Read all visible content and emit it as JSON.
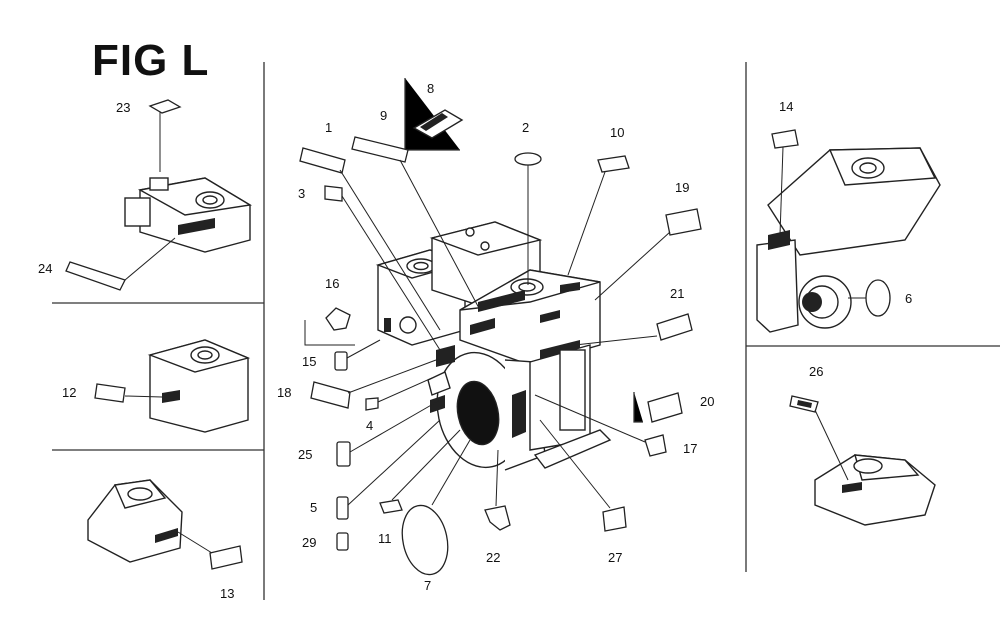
{
  "title": "FIG L",
  "callouts": {
    "c1": "1",
    "c2": "2",
    "c3": "3",
    "c4": "4",
    "c5": "5",
    "c6": "6",
    "c7": "7",
    "c8": "8",
    "c9": "9",
    "c10": "10",
    "c11": "11",
    "c12": "12",
    "c13": "13",
    "c14": "14",
    "c15": "15",
    "c16": "16",
    "c17": "17",
    "c18": "18",
    "c19": "19",
    "c20": "20",
    "c21": "21",
    "c22": "22",
    "c23": "23",
    "c24": "24",
    "c25": "25",
    "c26": "26",
    "c27": "27",
    "c29": "29"
  }
}
